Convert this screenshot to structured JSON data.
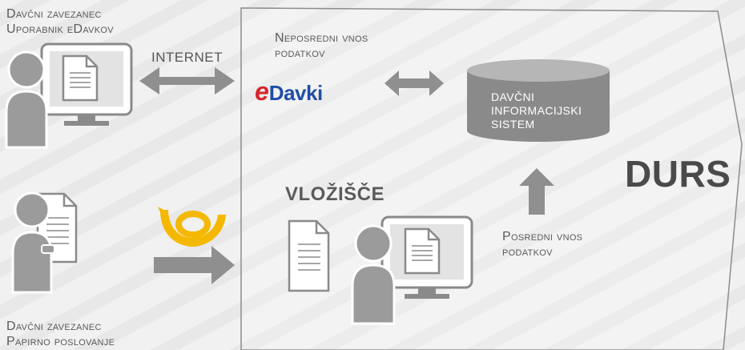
{
  "labels": {
    "taxpayer_online_line1": "Davčni zavezanec",
    "taxpayer_online_line2": "Uporabnik eDavkov",
    "internet": "INTERNET",
    "direct_input_line1": "Neposredni vnos",
    "direct_input_line2": "podatkov",
    "edavki_e": "e",
    "edavki_rest": "Davki",
    "db_line1": "DAVČNI",
    "db_line2": "INFORMACIJSKI",
    "db_line3": "SISTEM",
    "vlozisce": "VLOŽIŠČE",
    "durs": "DURS",
    "indirect_input_line1": "Posredni vnos",
    "indirect_input_line2": "podatkov",
    "taxpayer_paper_line1": "Davčni zavezanec",
    "taxpayer_paper_line2": "Papirno poslovanje"
  },
  "colors": {
    "background": "#f1f1f1",
    "figure_gray": "#9b9b9b",
    "arrow_gray": "#8f8f8f",
    "post_horn_yellow": "#f5b800",
    "edavki_red": "#d7242b",
    "edavki_blue": "#1f4ea8",
    "db_gray": "#8a8a8a"
  },
  "icons": [
    "user-icon",
    "computer-monitor-icon",
    "document-icon",
    "database-cylinder-icon",
    "post-horn-icon",
    "edavki-logo"
  ]
}
